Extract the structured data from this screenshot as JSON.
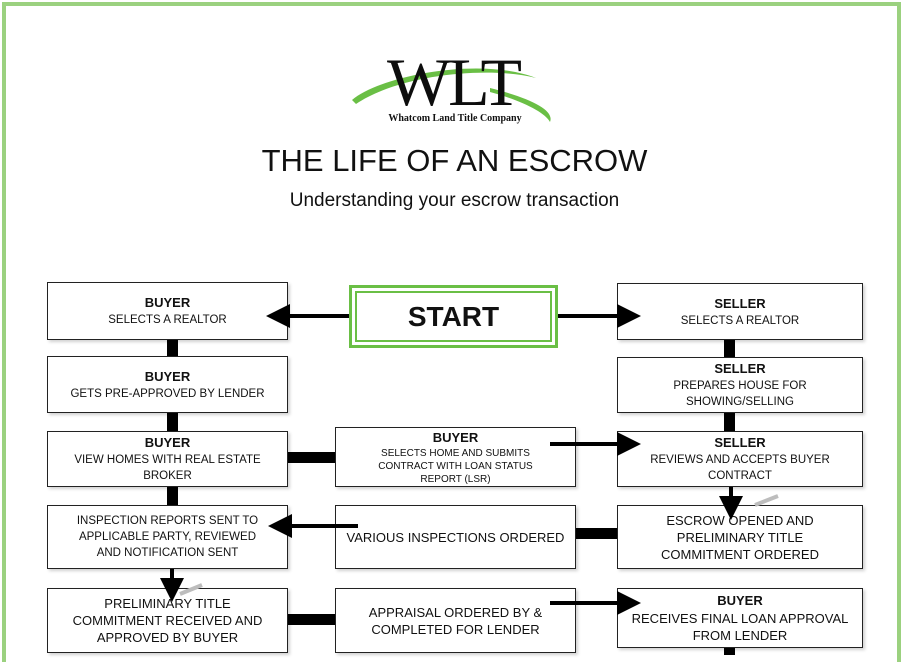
{
  "logo": {
    "letters": "WLT",
    "company": "Whatcom Land Title Company",
    "swoosh_color": "#6abf45"
  },
  "title": "THE LIFE OF AN ESCROW",
  "subtitle": "Understanding your escrow transaction",
  "start_label": "START",
  "colors": {
    "frame": "#9bd17f",
    "start_border": "#6abf45"
  },
  "boxes": {
    "buyer_realtor": {
      "heading": "BUYER",
      "text": "SELECTS A REALTOR"
    },
    "seller_realtor": {
      "heading": "SELLER",
      "text": "SELECTS A REALTOR"
    },
    "buyer_preapproved": {
      "heading": "BUYER",
      "text": "GETS PRE-APPROVED BY LENDER"
    },
    "seller_prepares": {
      "heading": "SELLER",
      "text": "PREPARES HOUSE FOR SHOWING/SELLING"
    },
    "buyer_view_homes": {
      "heading": "BUYER",
      "text": "VIEW HOMES WITH REAL ESTATE BROKER"
    },
    "buyer_selects_home": {
      "heading": "BUYER",
      "text": "SELECTS HOME AND SUBMITS CONTRACT WITH LOAN STATUS REPORT (LSR)"
    },
    "seller_accepts": {
      "heading": "SELLER",
      "text": "REVIEWS AND ACCEPTS BUYER CONTRACT"
    },
    "inspection_reports": {
      "text": "INSPECTION REPORTS SENT TO APPLICABLE PARTY, REVIEWED AND NOTIFICATION SENT"
    },
    "various_inspections": {
      "text": "VARIOUS INSPECTIONS ORDERED"
    },
    "escrow_opened": {
      "text": "ESCROW OPENED AND PRELIMINARY TITLE COMMITMENT ORDERED"
    },
    "prelim_title": {
      "text": "PRELIMINARY TITLE COMMITMENT RECEIVED AND APPROVED BY BUYER"
    },
    "appraisal": {
      "text": "APPRAISAL ORDERED BY & COMPLETED FOR LENDER"
    },
    "buyer_final_loan": {
      "heading": "BUYER",
      "text": "RECEIVES FINAL LOAN APPROVAL FROM LENDER"
    }
  }
}
